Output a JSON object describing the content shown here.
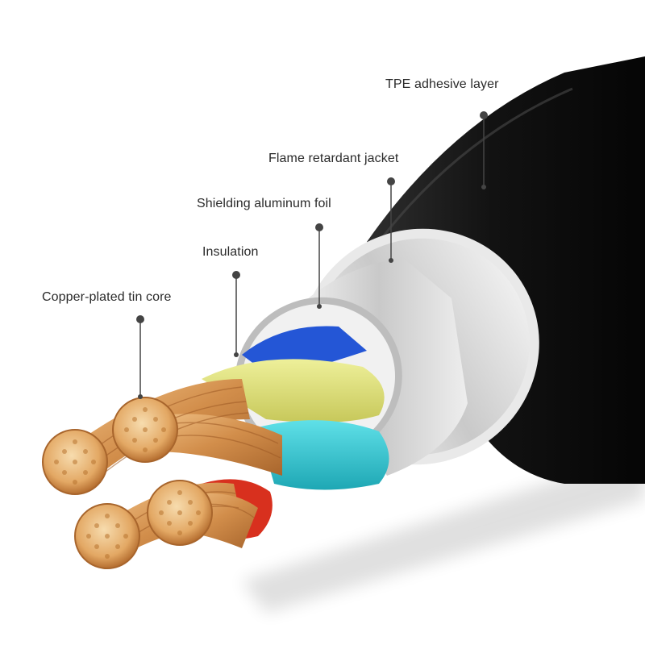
{
  "callouts": [
    {
      "key": "tpe",
      "label": "TPE adhesive layer"
    },
    {
      "key": "flame",
      "label": "Flame retardant jacket"
    },
    {
      "key": "shield",
      "label": "Shielding aluminum foil"
    },
    {
      "key": "insulation",
      "label": "Insulation"
    },
    {
      "key": "core",
      "label": "Copper-plated tin core"
    }
  ],
  "colors": {
    "jacket": "#141414",
    "foil": "#d6d6d6",
    "wire_blue": "#2456d6",
    "wire_yellow": "#dfe07a",
    "wire_cyan": "#36c6d2",
    "wire_red": "#d8301e",
    "copper": "#e0a462",
    "copper_dark": "#9e5a25",
    "copper_light": "#f6d7a6",
    "leader": "#444444",
    "label_text": "#2a2a2a"
  }
}
